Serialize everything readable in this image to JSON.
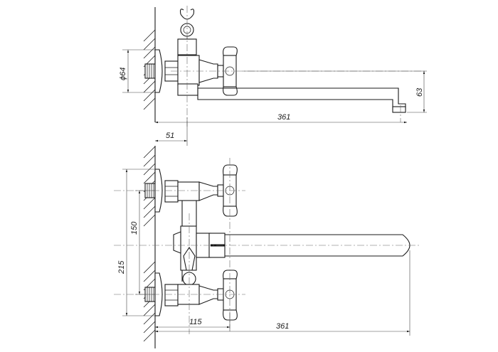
{
  "dimensions": {
    "top_diameter": "ϕ64",
    "top_spout_height": "63",
    "top_spout_length": "361",
    "top_wall_offset": "51",
    "front_center_distance": "150",
    "front_height": "215",
    "front_outlet_offset": "115",
    "front_spout_length": "361"
  }
}
